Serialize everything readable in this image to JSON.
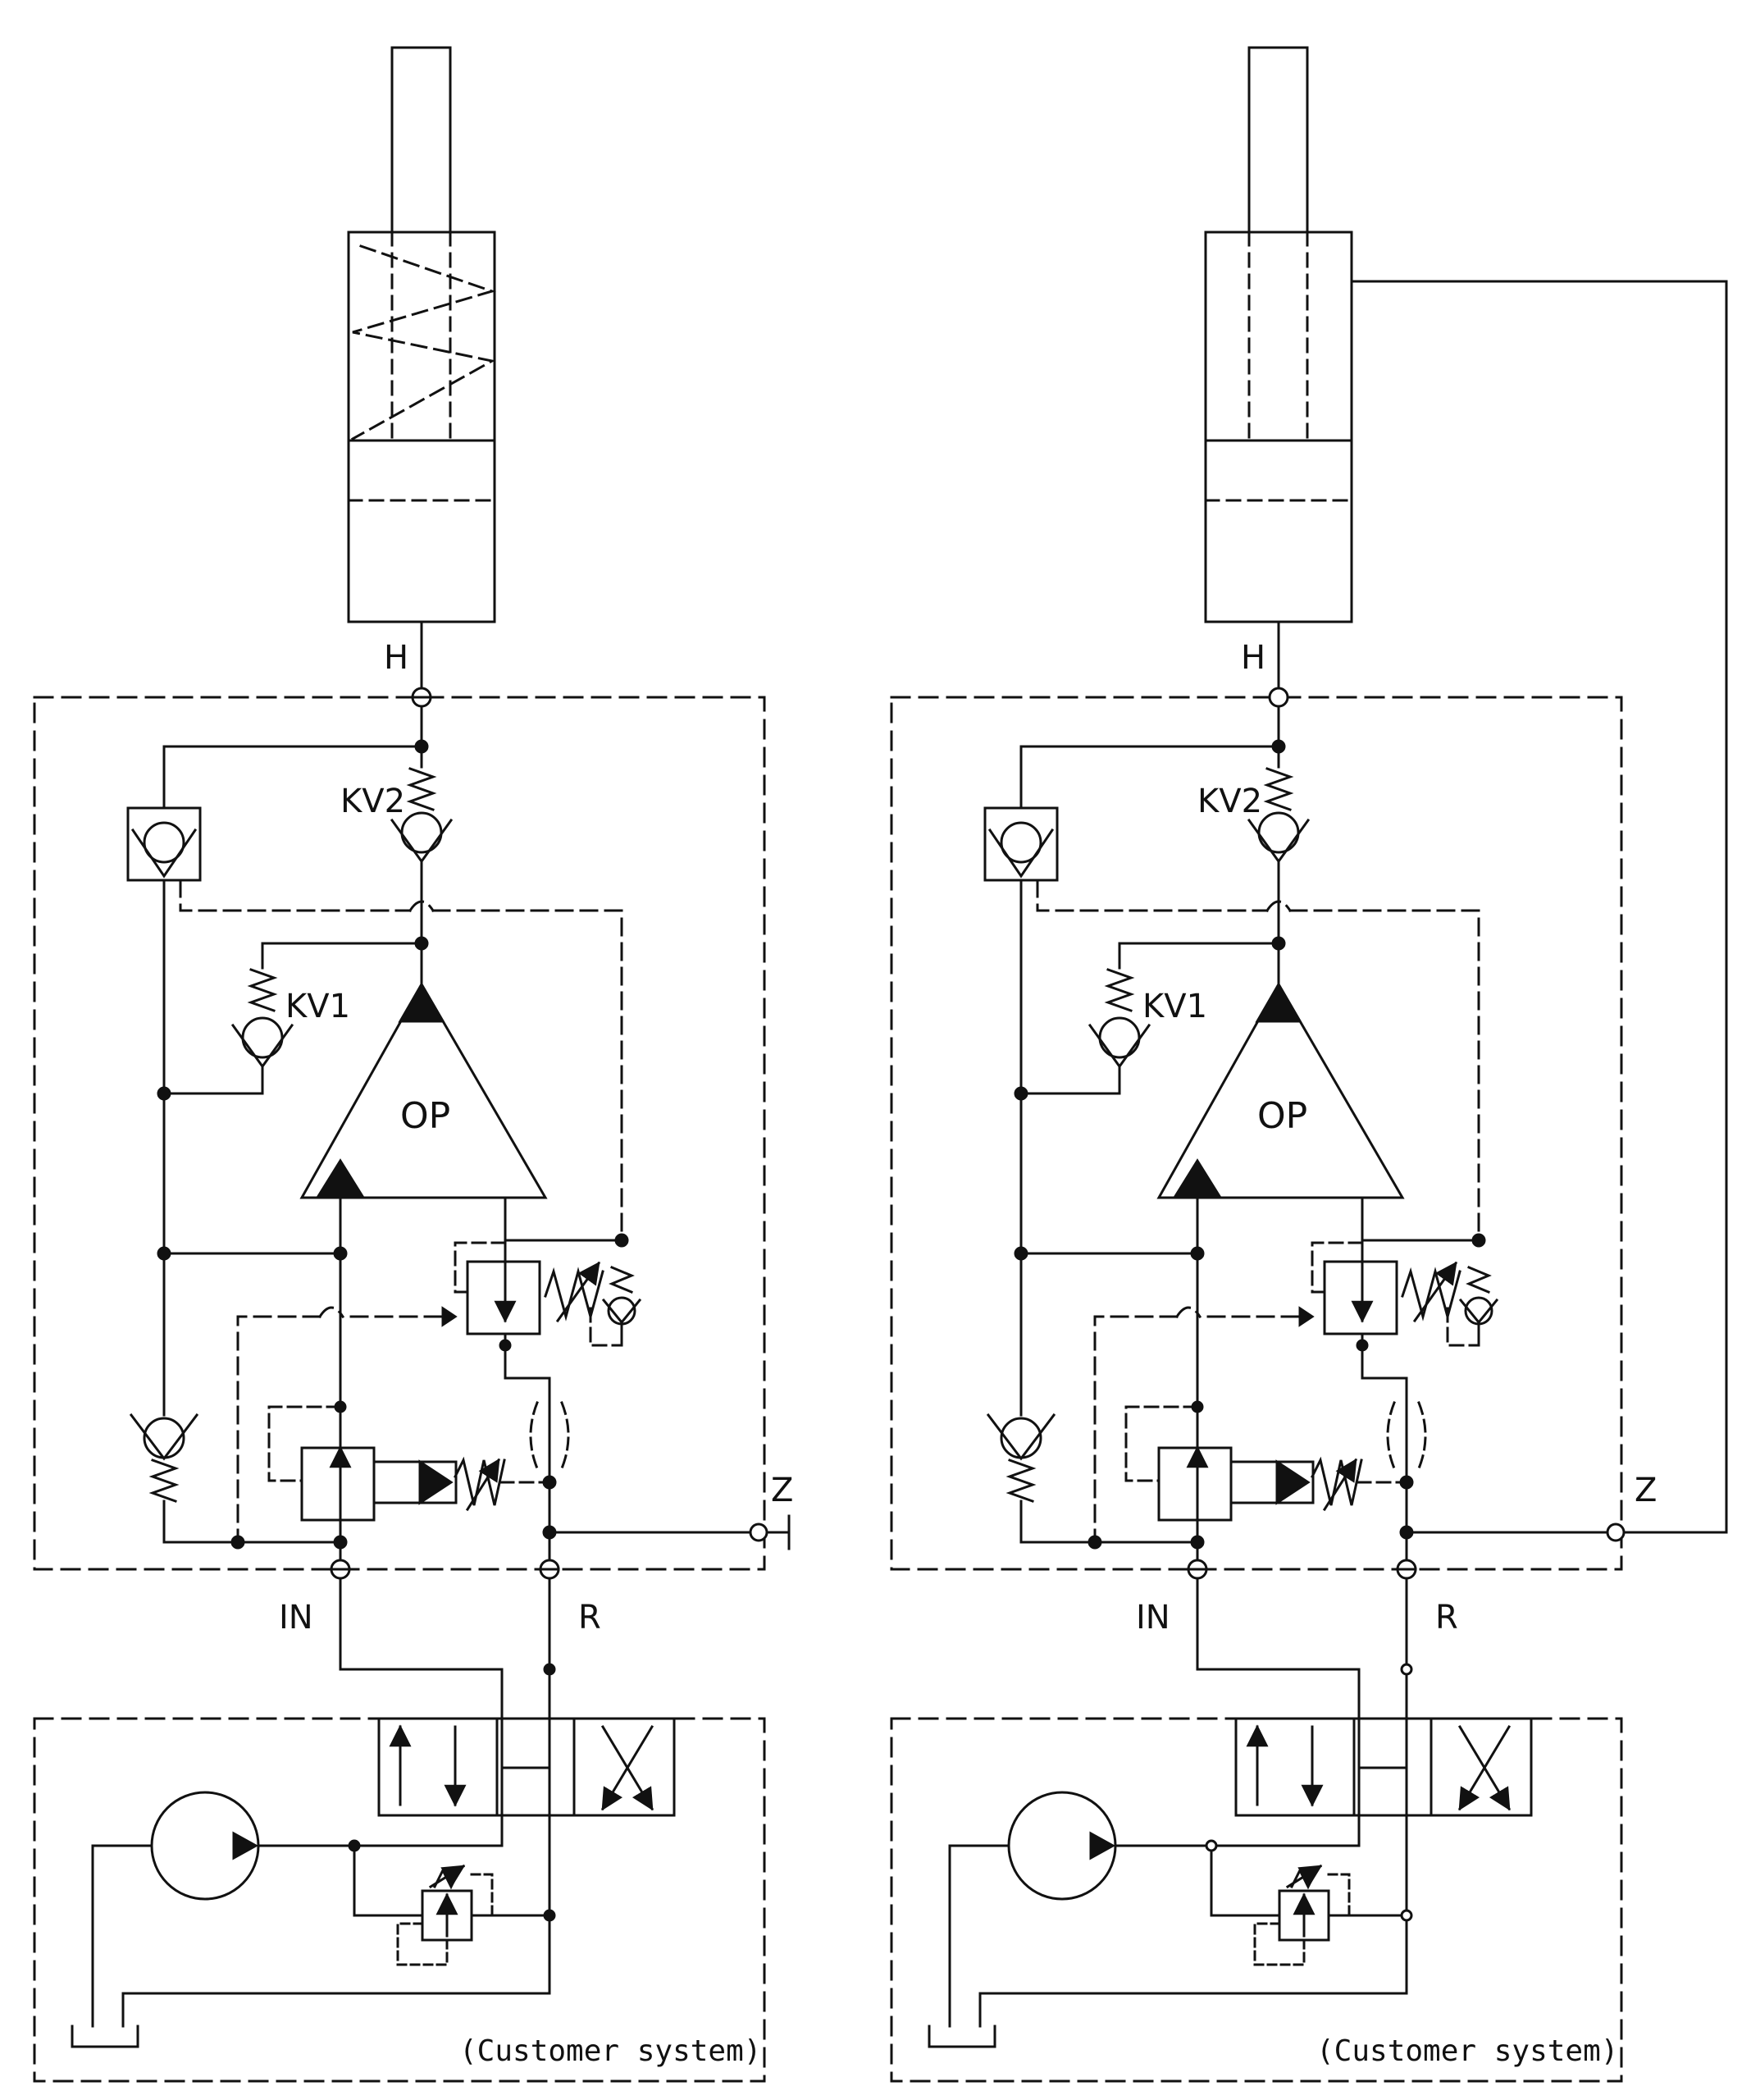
{
  "diagram": {
    "type": "hydraulic-schematic",
    "line_color": "#111111",
    "background": "#ffffff",
    "circuits": [
      {
        "id": "left",
        "labels": {
          "port_h": "H",
          "kv2": "KV2",
          "kv1": "KV1",
          "op": "OP",
          "port_in": "IN",
          "port_r": "R",
          "port_z": "Z",
          "customer_system": "(Customer system)"
        },
        "cylinder": "single-acting cylinder with spring",
        "port_z_state": "plugged"
      },
      {
        "id": "right",
        "labels": {
          "port_h": "H",
          "kv2": "KV2",
          "kv1": "KV1",
          "op": "OP",
          "port_in": "IN",
          "port_r": "R",
          "port_z": "Z",
          "customer_system": "(Customer system)"
        },
        "cylinder": "double-acting cylinder",
        "port_z_state": "connected to cylinder rod side"
      }
    ],
    "icons": [
      "check-valve-icon",
      "spring-icon",
      "pressure-intensifier-icon",
      "relief-valve-icon",
      "throttle-icon",
      "pump-icon",
      "directional-valve-icon",
      "tank-icon",
      "hydraulic-cylinder-icon"
    ]
  }
}
